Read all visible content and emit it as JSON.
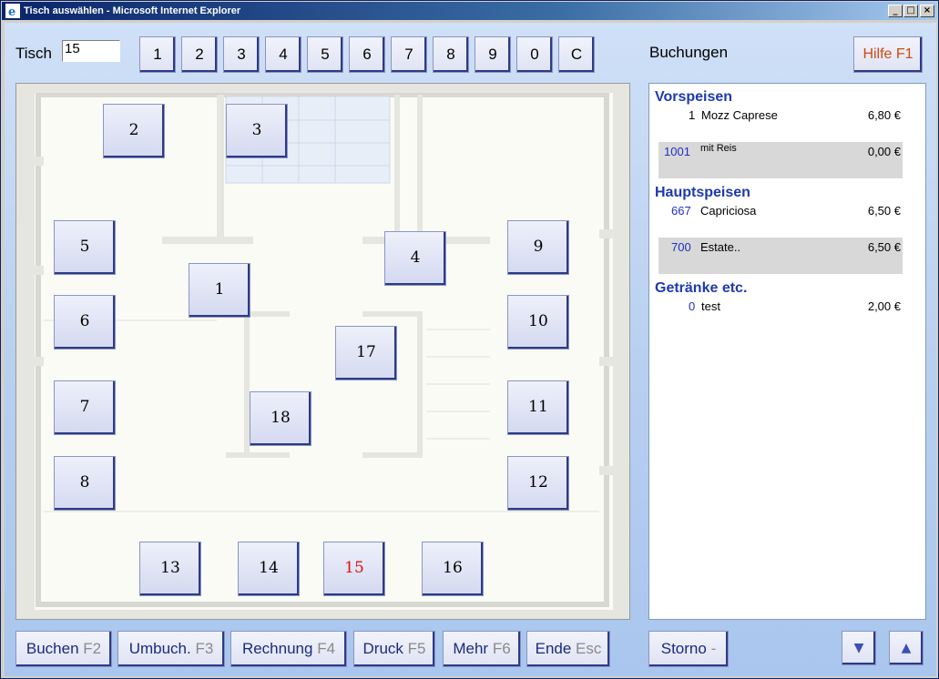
{
  "window": {
    "title": "Tisch auswählen - Microsoft Internet Explorer",
    "minimize": "_",
    "maximize": "□",
    "close": "×"
  },
  "header": {
    "tisch_label": "Tisch",
    "tisch_value": "15",
    "keypad": [
      "1",
      "2",
      "3",
      "4",
      "5",
      "6",
      "7",
      "8",
      "9",
      "0",
      "C"
    ],
    "buchungen_label": "Buchungen",
    "hilfe": "Hilfe F1"
  },
  "floor": {
    "tables": [
      "2",
      "3",
      "5",
      "1",
      "4",
      "9",
      "6",
      "10",
      "17",
      "7",
      "18",
      "11",
      "8",
      "12",
      "13",
      "14",
      "15",
      "16"
    ],
    "selected": "15"
  },
  "bookings": {
    "categories": [
      {
        "title": "Vorspeisen",
        "items": [
          {
            "qty": "1",
            "name": "Mozz Caprese",
            "price": "6,80 €"
          },
          {
            "qty": "1001",
            "name": "mit Reis",
            "price": "0,00 €"
          }
        ]
      },
      {
        "title": "Hauptspeisen",
        "items": [
          {
            "qty": "667",
            "name": "Capriciosa",
            "price": "6,50 €"
          },
          {
            "qty": "700",
            "name": "Estate..",
            "price": "6,50 €"
          }
        ]
      },
      {
        "title": "Getränke etc.",
        "items": [
          {
            "qty": "0",
            "name": "test",
            "price": "2,00 €"
          }
        ]
      }
    ]
  },
  "footer": {
    "buttons": [
      {
        "label": "Buchen",
        "key": "F2"
      },
      {
        "label": "Umbuch.",
        "key": "F3"
      },
      {
        "label": "Rechnung",
        "key": "F4"
      },
      {
        "label": "Druck",
        "key": "F5"
      },
      {
        "label": "Mehr",
        "key": "F6"
      },
      {
        "label": "Ende",
        "key": "Esc"
      }
    ],
    "storno": {
      "label": "Storno",
      "key": "-"
    },
    "scroll_down": "▼",
    "scroll_up": "▲"
  },
  "colors": {
    "accent": "#1e3ab0",
    "button_shadow": "#2e3a86",
    "selected_table": "#e01010",
    "hilfe": "#d04a10"
  }
}
